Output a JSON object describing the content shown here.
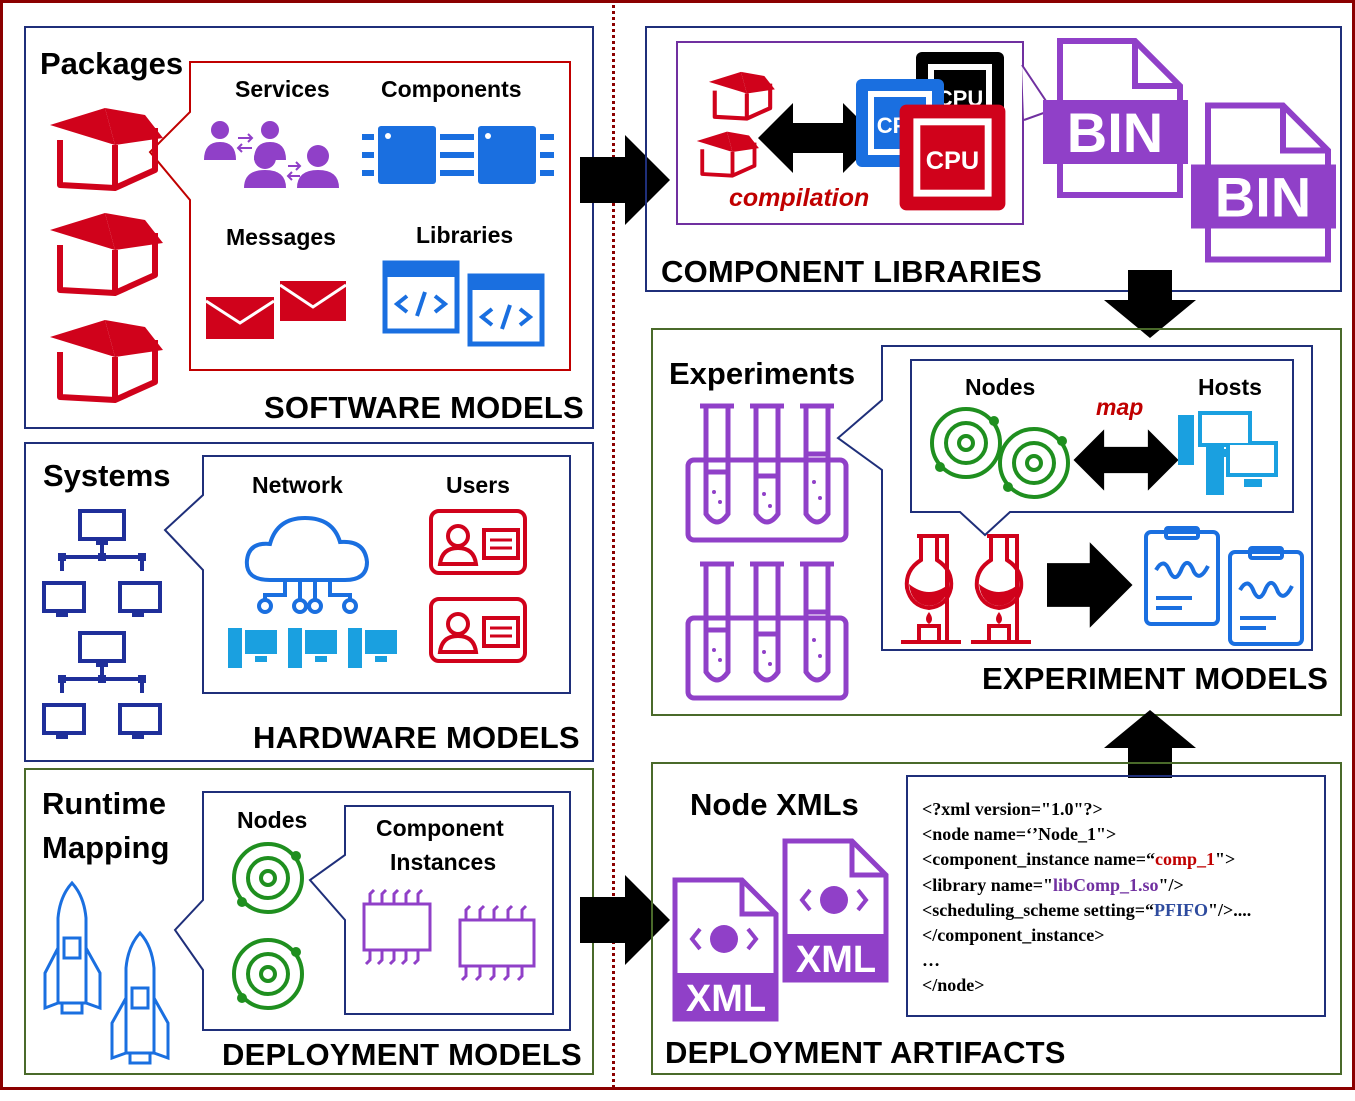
{
  "software": {
    "title": "SOFTWARE MODELS",
    "packages": "Packages",
    "services": "Services",
    "components": "Components",
    "messages": "Messages",
    "libraries": "Libraries"
  },
  "hardware": {
    "title": "HARDWARE MODELS",
    "systems": "Systems",
    "network": "Network",
    "users": "Users"
  },
  "deployment": {
    "title": "DEPLOYMENT MODELS",
    "runtime_line1": "Runtime",
    "runtime_line2": "Mapping",
    "nodes": "Nodes",
    "component_line1": "Component",
    "component_line2": "Instances"
  },
  "component_libraries": {
    "title": "COMPONENT LIBRARIES",
    "compilation": "compilation",
    "cpu": "CPU",
    "bin": "BIN"
  },
  "experiments": {
    "title": "EXPERIMENT MODELS",
    "experiments": "Experiments",
    "nodes": "Nodes",
    "hosts": "Hosts",
    "map": "map"
  },
  "artifacts": {
    "title": "DEPLOYMENT ARTIFACTS",
    "node_xmls": "Node XMLs",
    "xml": "XML",
    "code": {
      "l1": "<?xml version=\"1.0\"?>",
      "l2": "<node name=‘’Node_1\">",
      "l3a": "<component_instance name=“",
      "l3b": "comp_1",
      "l3c": "\">",
      "l4a": "<library name=\"",
      "l4b": "libComp_1.so",
      "l4c": "\"/>",
      "l5a": "<scheduling_scheme setting=“",
      "l5b": "PFIFO",
      "l5c": "\"/>....",
      "l6": "</component_instance>",
      "l7": "…",
      "l8": "</node>"
    }
  },
  "colors": {
    "red": "#d0021b",
    "purple": "#9040c8",
    "blue": "#1a6fe0",
    "green": "#1f8f1f",
    "navy": "#1f2f7a"
  }
}
